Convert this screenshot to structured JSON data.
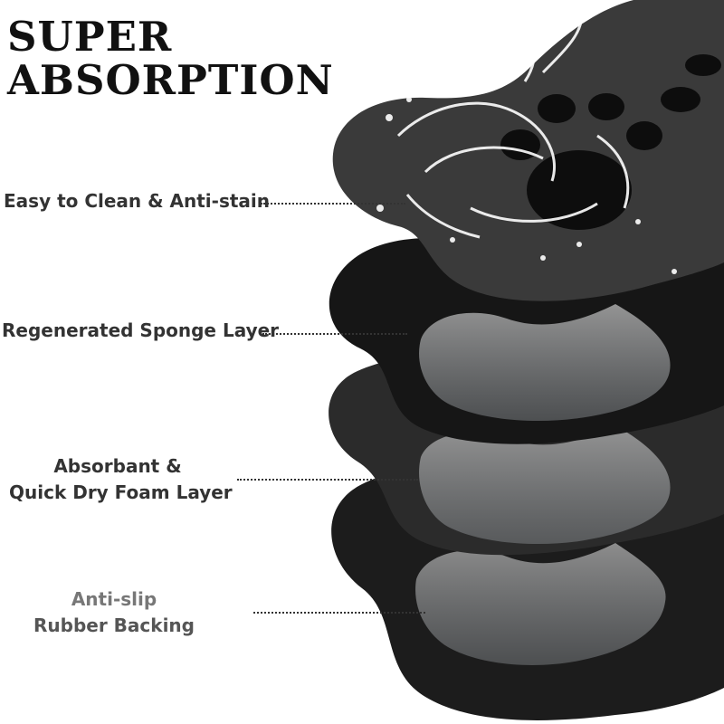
{
  "headline": {
    "line1": "SUPER",
    "line2": "ABSORPTION"
  },
  "layers": [
    {
      "id": "top",
      "text": "Easy to Clean & Anti-stain",
      "color": "#333333"
    },
    {
      "id": "sponge",
      "text": "Regenerated Sponge Layer",
      "color": "#333333"
    },
    {
      "id": "foam",
      "line1": "Absorbant &",
      "line2": "Quick Dry Foam Layer",
      "color": "#333333"
    },
    {
      "id": "rubber",
      "line1": "Anti-slip",
      "line2": "Rubber Backing",
      "color": "#555555",
      "line1_color": "#777777"
    }
  ],
  "colors": {
    "mat_top": "#3a3a3a",
    "sponge": "#161616",
    "foam": "#2b2b2b",
    "rubber": "#1c1c1c",
    "paw": "#0d0d0d",
    "water": "#ffffff"
  }
}
